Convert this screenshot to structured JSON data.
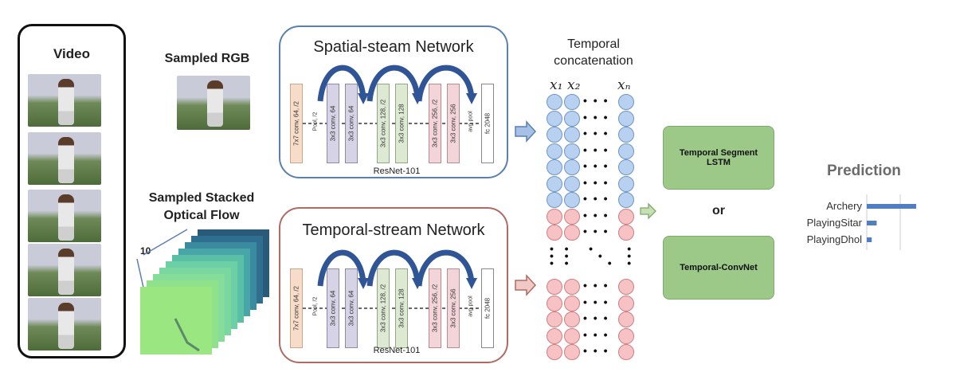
{
  "video": {
    "title": "Video"
  },
  "rgb": {
    "label": "Sampled RGB"
  },
  "flow": {
    "label_line1": "Sampled Stacked",
    "label_line2": "Optical Flow",
    "stack_count": "10"
  },
  "spatial": {
    "title": "Spatial-steam Network",
    "footer": "ResNet-101",
    "layers": [
      "7x7 conv, 64, /2",
      "3x3 conv, 64",
      "3x3 conv, 64",
      "3x3 conv, 128, /2",
      "3x3 conv, 128",
      "3x3 conv, 256, /2",
      "3x3 conv, 256",
      "fc 2048"
    ],
    "pool1": "Pool, /2",
    "pool2": "avg pool"
  },
  "temporal": {
    "title": "Temporal-stream Network",
    "footer": "ResNet-101",
    "layers": [
      "7x7 conv, 64, /2",
      "3x3 conv, 64",
      "3x3 conv, 64",
      "3x3 conv, 128, /2",
      "3x3 conv, 128",
      "3x3 conv, 256, /2",
      "3x3 conv, 256",
      "fc 2048"
    ],
    "pool1": "Pool, /2",
    "pool2": "avg pool"
  },
  "concat": {
    "title_line1": "Temporal",
    "title_line2": "concatenation",
    "x1": "x₁",
    "x2": "x₂",
    "xn": "xₙ"
  },
  "models": {
    "lstm_line1": "Temporal Segment",
    "lstm_line2": "LSTM",
    "or": "or",
    "convnet": "Temporal-ConvNet"
  },
  "prediction": {
    "title": "Prediction",
    "classes": [
      {
        "name": "Archery",
        "score": 1.0
      },
      {
        "name": "PlayingSitar",
        "score": 0.2
      },
      {
        "name": "PlayingDhol",
        "score": 0.1
      }
    ]
  },
  "colors": {
    "spatial_border": "#5a7fb0",
    "temporal_border": "#b06a62",
    "arrow_blue": "#2f5597",
    "bar_blue": "#4f7fc0"
  }
}
